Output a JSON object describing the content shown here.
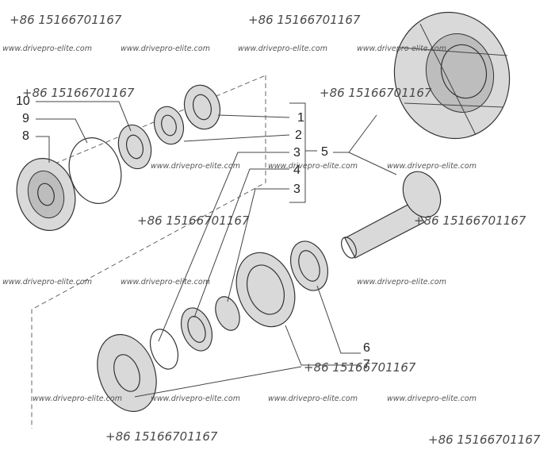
{
  "watermark": {
    "phone": "+86 15166701167",
    "url": "www.drivepro-elite.com"
  },
  "callouts": {
    "c1": "1",
    "c2": "2",
    "c3a": "3",
    "c3b": "3",
    "c4": "4",
    "c5": "5",
    "c6": "6",
    "c7": "7",
    "c8": "8",
    "c9": "9",
    "c10": "10"
  },
  "colors": {
    "line": "#333333",
    "shade": "#d9d9d9",
    "watermark": "#4a4a4a"
  }
}
